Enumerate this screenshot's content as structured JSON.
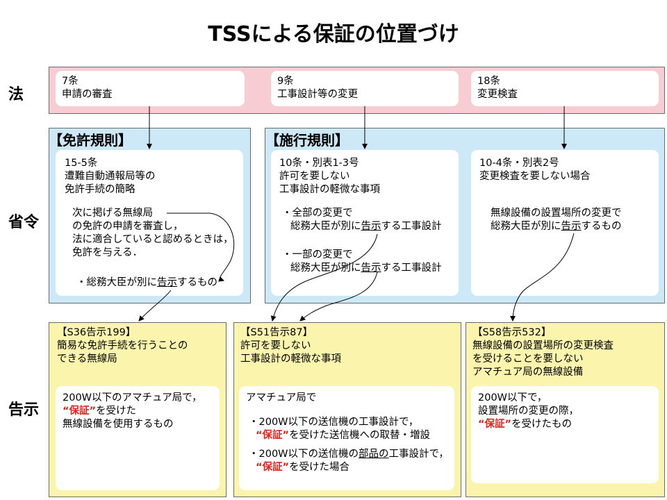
{
  "title": "TSSによる保証の位置づけ",
  "row_labels": {
    "law": "法",
    "ordinance": "省令",
    "notice": "告示"
  },
  "law": {
    "items": [
      {
        "num": "7条",
        "text": "申請の審査"
      },
      {
        "num": "9条",
        "text": "工事設計等の変更"
      },
      {
        "num": "18条",
        "text": "変更検査"
      }
    ]
  },
  "license_rules": {
    "header": "【免許規則】",
    "ref": "15-5条",
    "lines": [
      "遭難自動通報局等の",
      "免許手続の簡略"
    ],
    "body": [
      "次に掲げる無線局",
      "の免許の申請を審査し，",
      "法に適合していると認めるときは，",
      "免許を与える．"
    ],
    "note": {
      "pre": "・総務大臣が別に",
      "ul": "告示",
      "post": "するもの"
    }
  },
  "enforcement_rules": {
    "header": "【施行規則】",
    "boxA": {
      "ref": "10条・別表1-3号",
      "lines": [
        "許可を要しない",
        "工事設計の軽微な事項"
      ],
      "item1": {
        "l1": "・全部の変更で",
        "pre": "総務大臣が別に",
        "ul": "告示",
        "post": "する工事設計"
      },
      "item2": {
        "l1": "・一部の変更で",
        "pre": "総務大臣が別に",
        "ul": "告示",
        "post": "する工事設計"
      }
    },
    "boxB": {
      "ref": "10-4条・別表2号",
      "lines": [
        "変更検査を要しない場合"
      ],
      "body1": "無線設備の設置場所の変更で",
      "pre": "総務大臣が別に",
      "ul": "告示",
      "post": "するもの"
    }
  },
  "notices": {
    "n1": {
      "ref": "【S36告示199】",
      "lines": [
        "簡易な免許手続を行うことの",
        "できる無線局"
      ],
      "box": {
        "l1": "200W以下のアマチュア局で，",
        "red": "“保証”",
        "after": "を受けた",
        "l3": "無線設備を使用するもの"
      }
    },
    "n2": {
      "ref": "【S51告示87】",
      "lines": [
        "許可を要しない",
        "工事設計の軽微な事項"
      ],
      "box": {
        "intro": "アマチュア局で",
        "item1_l1": "・200W以下の送信機の工事設計で，",
        "item1_red": "“保証”",
        "item1_after": "を受けた送信機への取替・増設",
        "item2_pre": "・200W以下の送信機の",
        "item2_ul": "部品の",
        "item2_post": "工事設計で，",
        "item2_red": "“保証”",
        "item2_after": "を受けた場合"
      }
    },
    "n3": {
      "ref": "【S58告示532】",
      "lines": [
        "無線設備の設置場所の変更検査",
        "を受けることを要しない",
        "アマチュア局の無線設備"
      ],
      "box": {
        "l1": "200W以下で，",
        "l2": "設置場所の変更の際，",
        "red": "“保証”",
        "after": "を受けたもの"
      }
    }
  },
  "colors": {
    "law_band": "#f7cdd3",
    "ordinance_band": "#cde8f6",
    "notice_band": "#fbf4ad",
    "emphasis": "#e0231e"
  }
}
